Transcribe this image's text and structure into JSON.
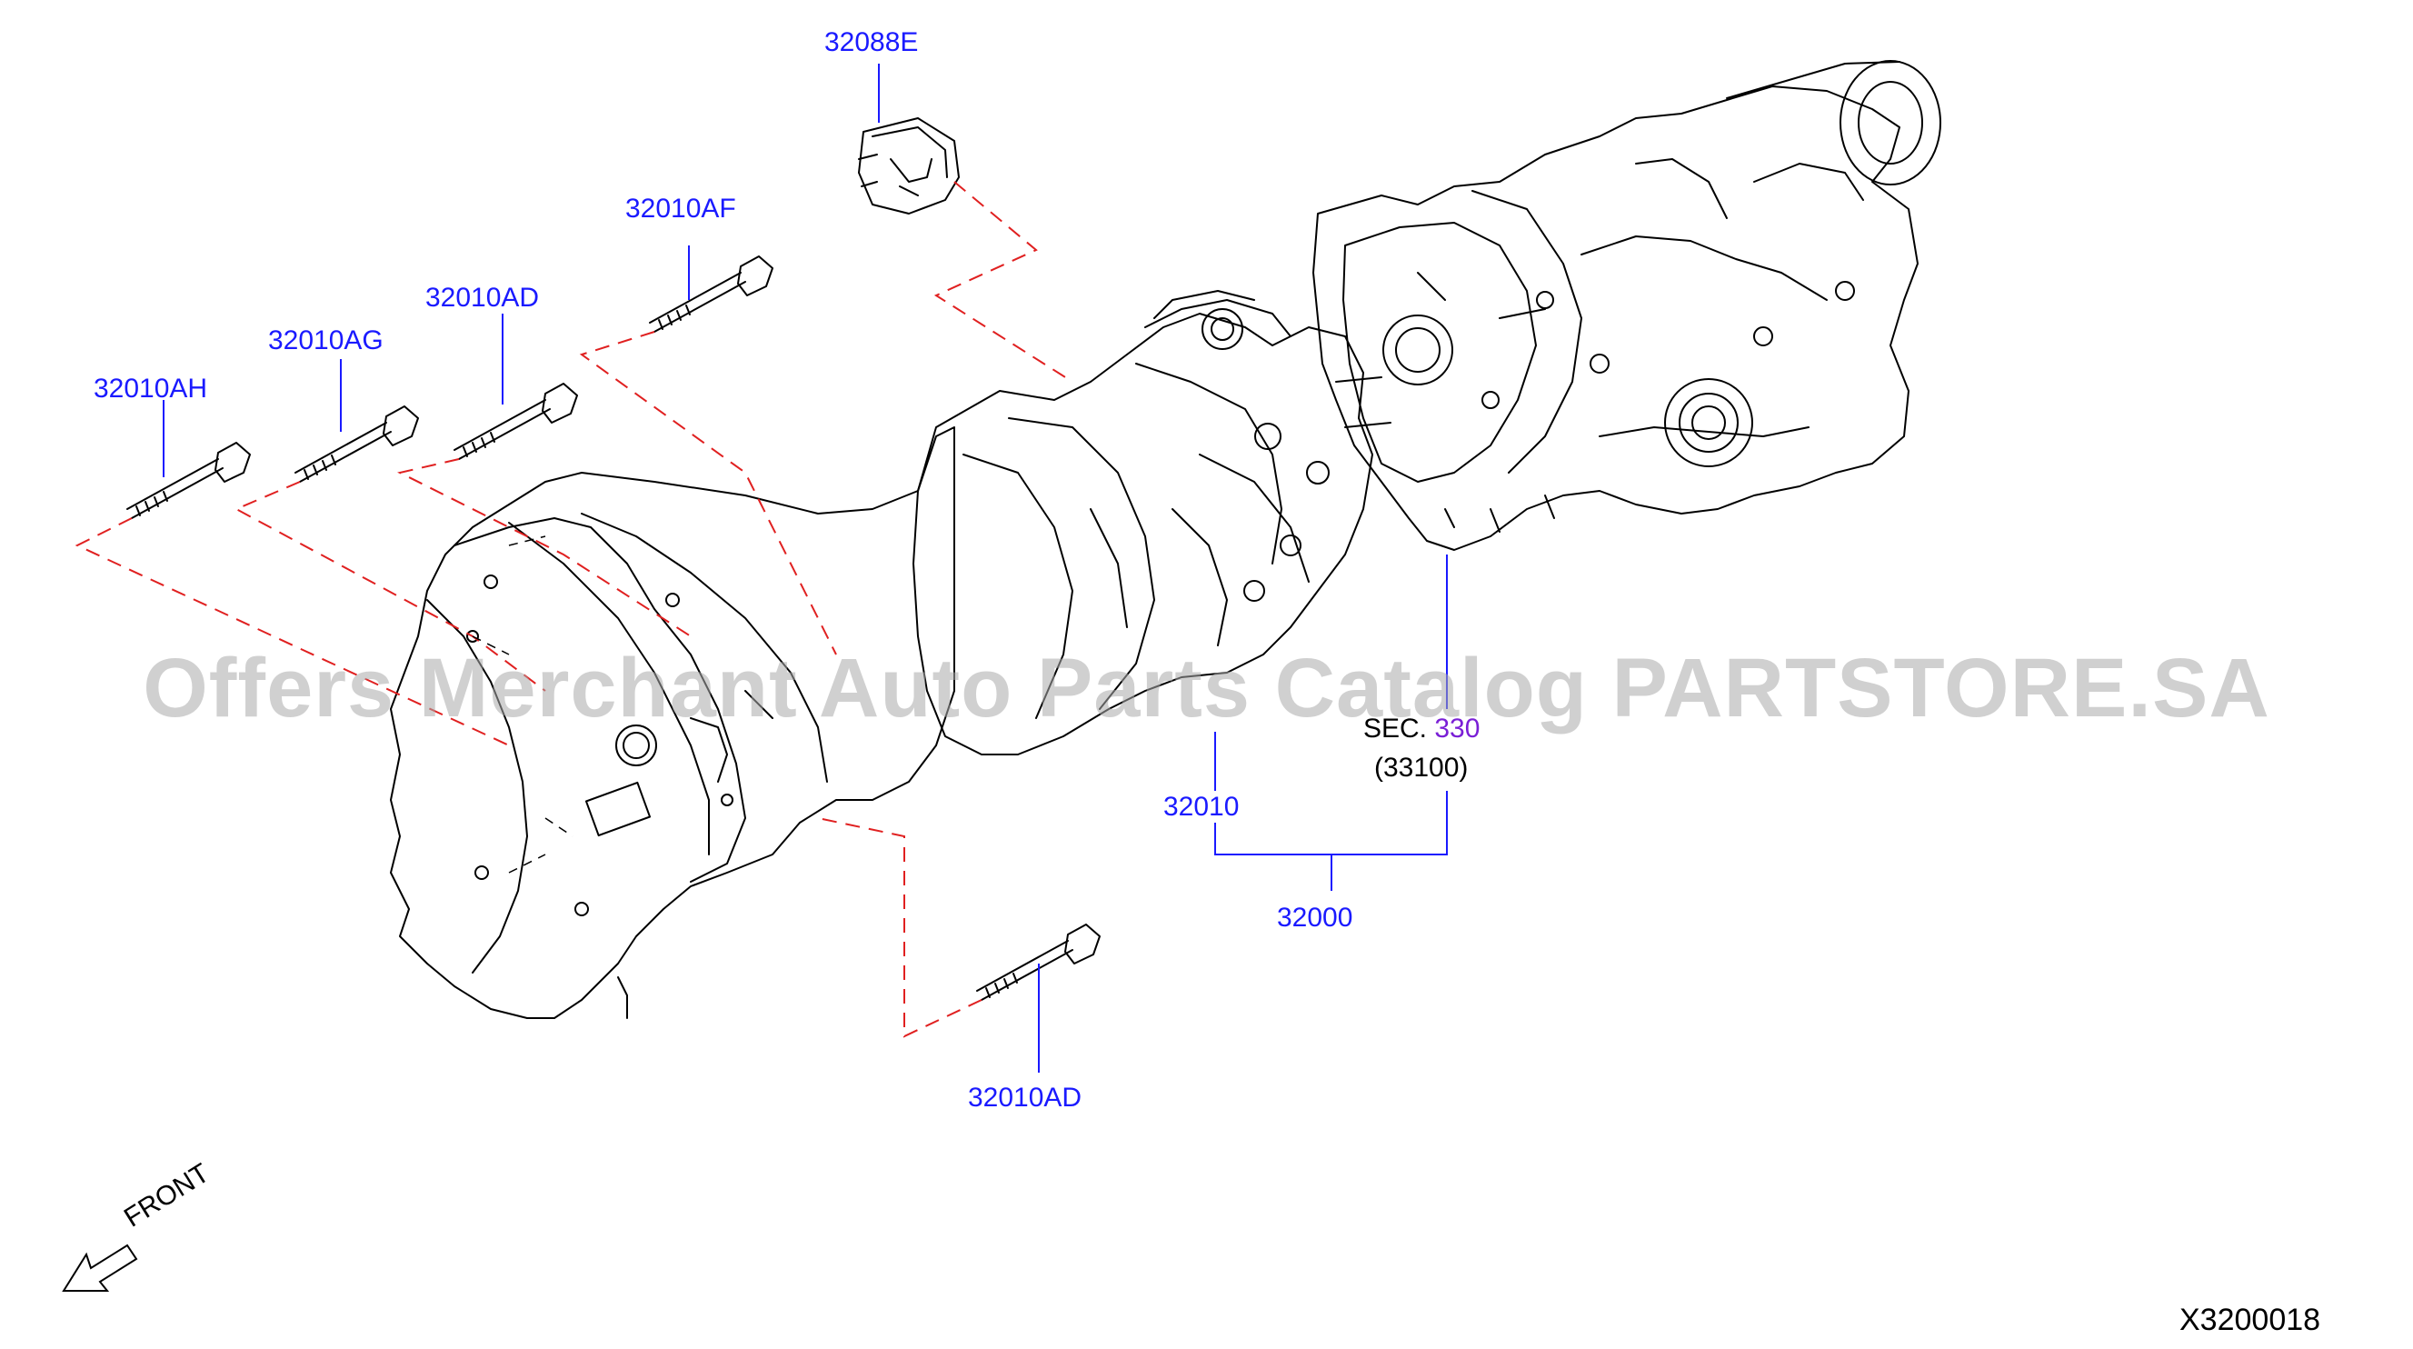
{
  "parts": {
    "p32088E": "32088E",
    "p32010AF": "32010AF",
    "p32010AD_top": "32010AD",
    "p32010AG": "32010AG",
    "p32010AH": "32010AH",
    "p32010": "32010",
    "p32000": "32000",
    "p32010AD_bottom": "32010AD"
  },
  "section_ref": {
    "prefix": "SEC.",
    "number": "330",
    "sub": "(33100)"
  },
  "front_label": "FRONT",
  "diagram_id": "X3200018",
  "watermark": "Offers Merchant Auto Parts Catalog PARTSTORE.SA",
  "colors": {
    "label_blue": "#1a1aff",
    "dash_red": "#e02020",
    "section_purple": "#7a1fd6",
    "line": "#000000"
  }
}
